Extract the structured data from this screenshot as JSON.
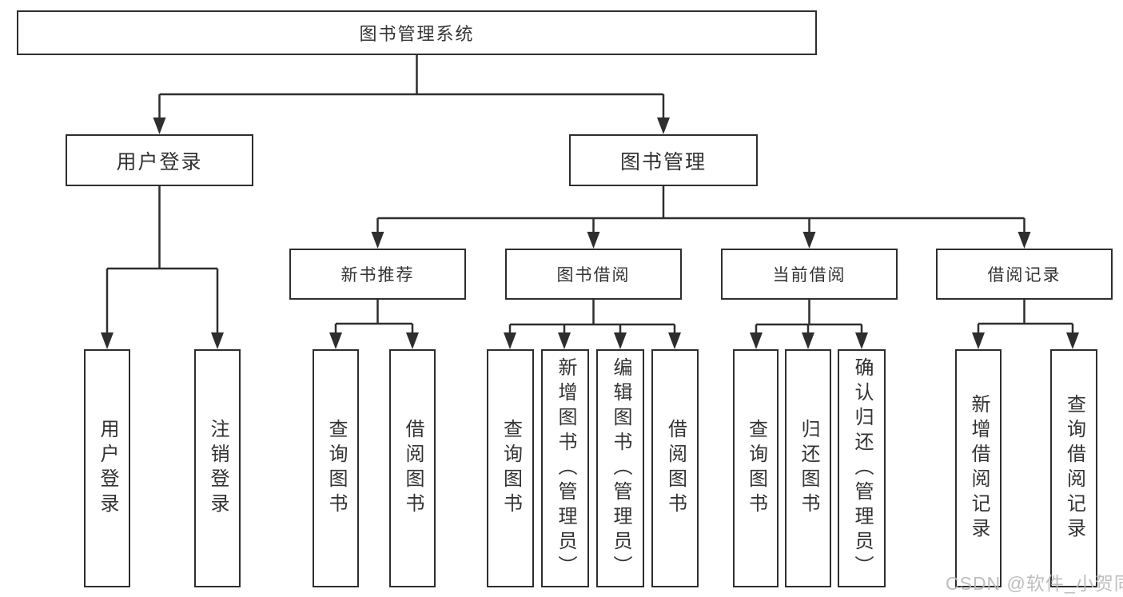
{
  "colors": {
    "line": "#2e2e2e",
    "box_border": "#2e2e2e",
    "text": "#333333",
    "background": "#ffffff",
    "watermark_text": "#b9b9b9"
  },
  "tree": {
    "root": "图书管理系统",
    "children": [
      {
        "label": "用户登录",
        "children": [
          "用户登录",
          "注销登录"
        ]
      },
      {
        "label": "图书管理",
        "children": [
          {
            "label": "新书推荐",
            "children": [
              "查询图书",
              "借阅图书"
            ]
          },
          {
            "label": "图书借阅",
            "children": [
              "查询图书",
              "新增图书（管理员）",
              "编辑图书（管理员）",
              "借阅图书"
            ]
          },
          {
            "label": "当前借阅",
            "children": [
              "查询图书",
              "归还图书",
              "确认归还（管理员）"
            ]
          },
          {
            "label": "借阅记录",
            "children": [
              "新增借阅记录",
              "查询借阅记录"
            ]
          }
        ]
      }
    ]
  },
  "watermark": {
    "text": "CSDN @软件_小贺同学"
  }
}
